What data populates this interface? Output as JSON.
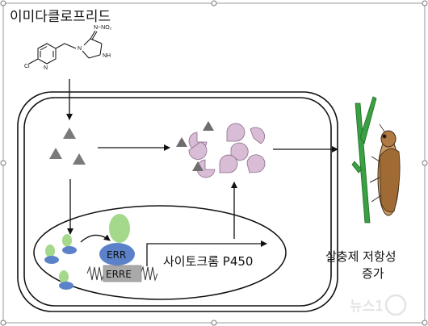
{
  "title": "이미다클로프리드",
  "molecule": {
    "atoms": {
      "cl": "Cl",
      "n_ring": "N",
      "n1": "N",
      "nh": "NH",
      "nno2": "N~NO₂"
    }
  },
  "labels": {
    "cytochrome": "사이토크롬 P450",
    "err": "ERR",
    "erre": "ERRE",
    "result_line1": "살충제 저항성",
    "result_line2": "증가"
  },
  "watermark": "뉴스1",
  "colors": {
    "triangle": "#7a7a7a",
    "pacman": "#d9bcd6",
    "err_blob": "#5b82c8",
    "green_blob": "#a4d88a",
    "erre_box": "#a9a9a9",
    "stem": "#3aa042",
    "insect": "#b07a42"
  },
  "icons": {
    "insect": "planthopper-icon",
    "plant": "grass-stem-icon",
    "watermark": "news1-logo-icon"
  }
}
